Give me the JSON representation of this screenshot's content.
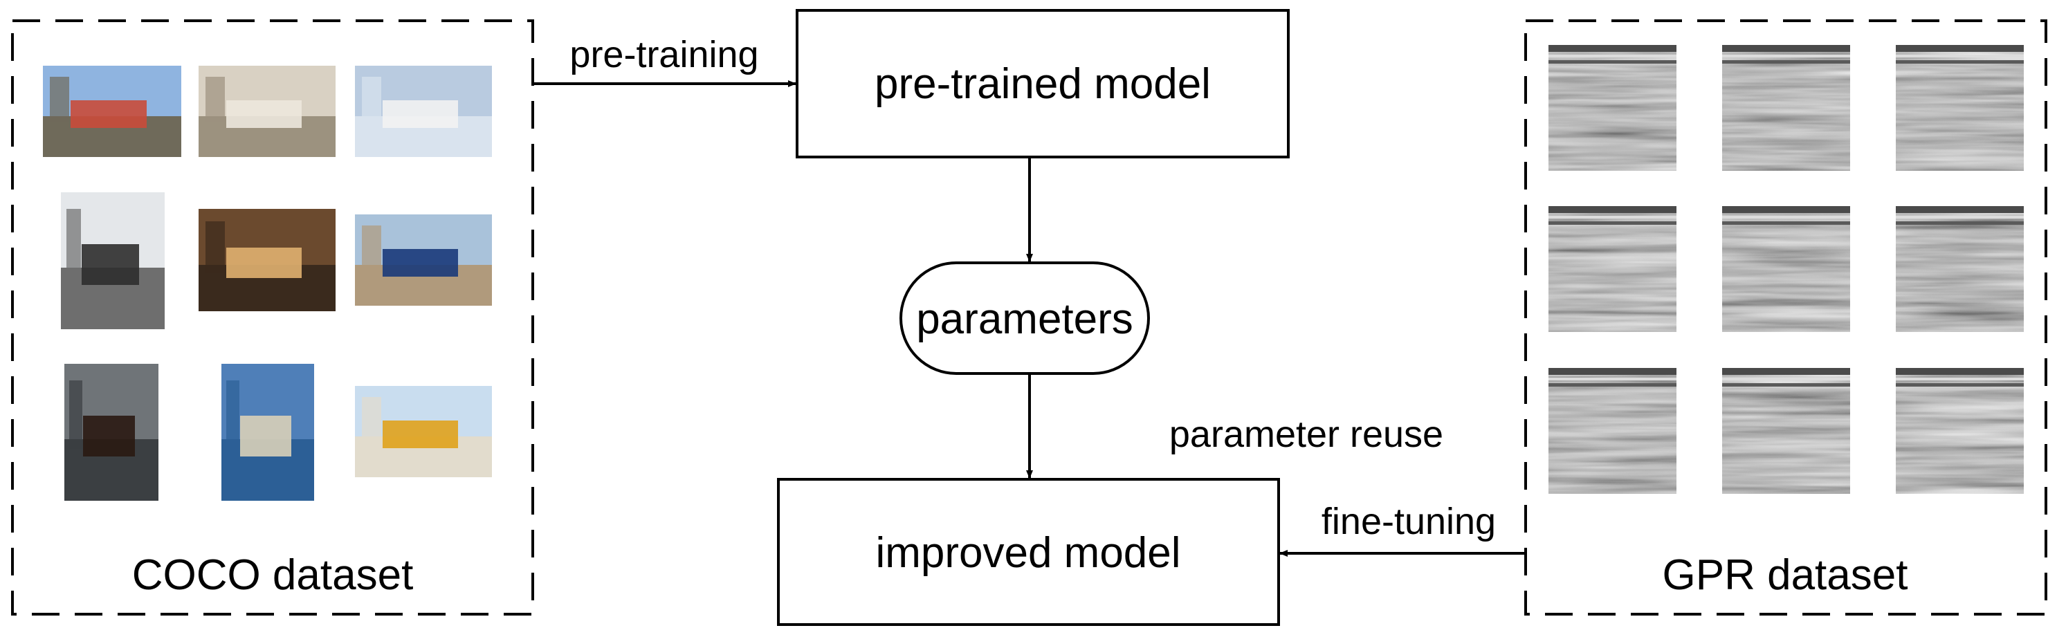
{
  "diagram": {
    "coco": {
      "label": "COCO dataset",
      "images": [
        {
          "name": "photo-train",
          "sky": "#8fb4e0",
          "ground": "#6f6a5a",
          "accent": "#c94b3a"
        },
        {
          "name": "photo-street-dog",
          "sky": "#d9d1c3",
          "ground": "#9c927f",
          "accent": "#ece7dd"
        },
        {
          "name": "photo-airplane",
          "sky": "#b9cbe0",
          "ground": "#d9e3ee",
          "accent": "#f2f2f2"
        },
        {
          "name": "photo-clock",
          "sky": "#e4e7ea",
          "ground": "#6e6e6e",
          "accent": "#2d2d2d"
        },
        {
          "name": "photo-kitchen",
          "sky": "#6b4a2e",
          "ground": "#3a2a1d",
          "accent": "#e0b070"
        },
        {
          "name": "photo-hotel-street",
          "sky": "#a9c2da",
          "ground": "#b09a7c",
          "accent": "#1a3a7a"
        },
        {
          "name": "photo-wine",
          "sky": "#6f7478",
          "ground": "#3b3f42",
          "accent": "#2a1a12"
        },
        {
          "name": "photo-boat",
          "sky": "#4f7fb8",
          "ground": "#2c5f96",
          "accent": "#d8d0b8"
        },
        {
          "name": "photo-bus",
          "sky": "#c9ddef",
          "ground": "#e2dccd",
          "accent": "#e0a21c"
        }
      ]
    },
    "gpr": {
      "label": "GPR dataset",
      "tile_count": 9,
      "tile_base": "#8a8a8a"
    },
    "nodes": {
      "pretrained": "pre-trained model",
      "parameters": "parameters",
      "improved": "improved model"
    },
    "edges": {
      "pretraining": "pre-training",
      "reuse": "parameter reuse",
      "finetuning": "fine-tuning"
    }
  }
}
